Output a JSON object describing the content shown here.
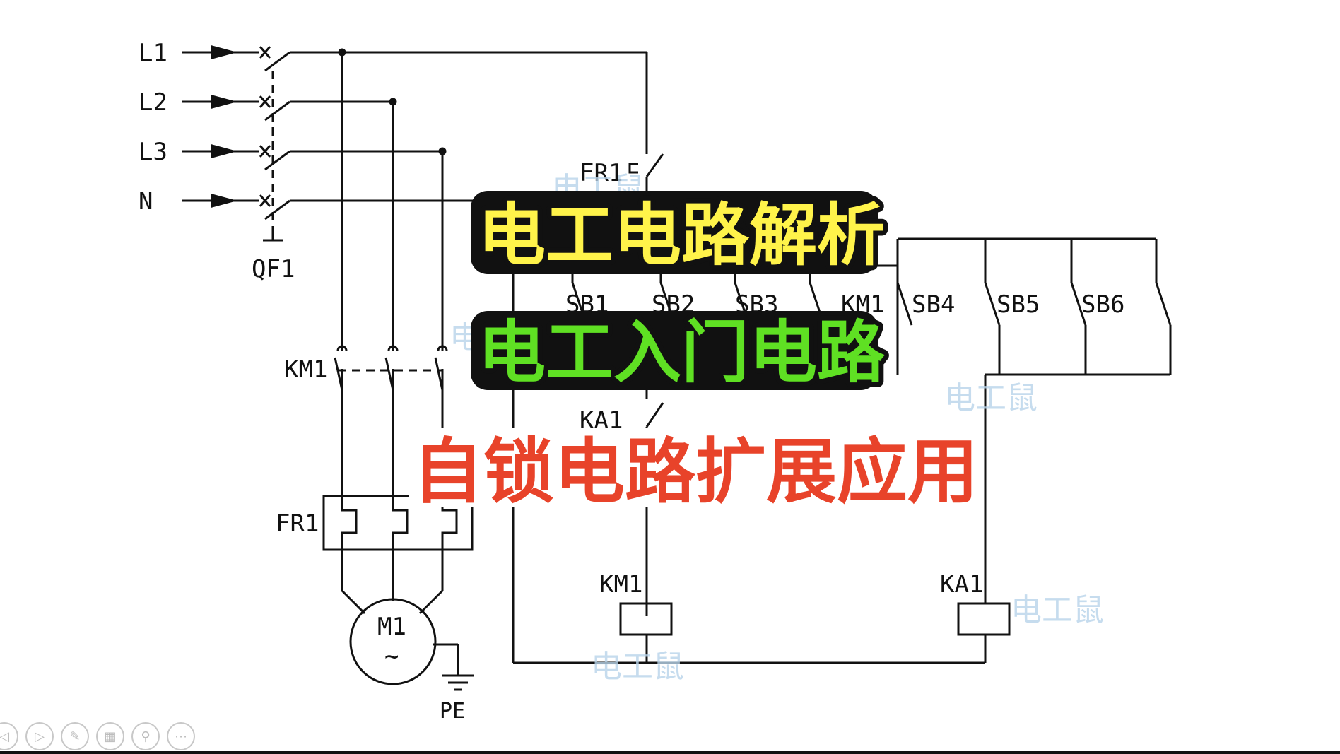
{
  "terminals": {
    "l1": "L1",
    "l2": "L2",
    "l3": "L3",
    "n": "N"
  },
  "components": {
    "qf1": "QF1",
    "km1_main": "KM1",
    "fr1_main": "FR1",
    "motor": "M1",
    "motor_symbol": "~",
    "pe": "PE",
    "fr1_nc": "FR1",
    "sb1": "SB1",
    "sb2": "SB2",
    "sb3": "SB3",
    "km1_aux": "KM1",
    "sb4": "SB4",
    "sb5": "SB5",
    "sb6": "SB6",
    "ka1_nc": "KA1",
    "km1_coil": "KM1",
    "ka1_coil": "KA1"
  },
  "overlay": {
    "title1": "电工电路解析",
    "title2": "电工入门电路",
    "title3": "自锁电路扩展应用"
  },
  "watermark": "电工鼠",
  "colors": {
    "title1_fill": "#fff34a",
    "title2_fill": "#5fe023",
    "title3_fill": "#e8432a",
    "watermark": "#b9d4ea"
  },
  "toolbar": {
    "icons": [
      "prev-icon",
      "play-icon",
      "pen-icon",
      "slides-icon",
      "zoom-icon",
      "more-icon"
    ],
    "glyphs": [
      "◁",
      "▷",
      "✎",
      "▦",
      "⚲",
      "⋯"
    ]
  }
}
